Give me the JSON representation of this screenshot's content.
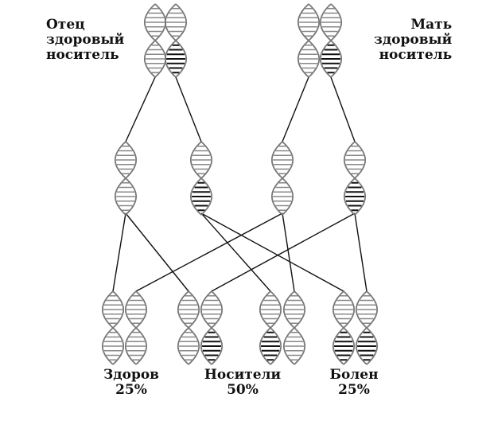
{
  "labels": {
    "father": [
      "Отец",
      "здоровый",
      "носитель"
    ],
    "mother": [
      "Мать",
      "здоровый",
      "носитель"
    ],
    "healthy": {
      "title": "Здоров",
      "percent": "25%"
    },
    "carrier": {
      "title": "Носители",
      "percent": "50%"
    },
    "sick": {
      "title": "Болен",
      "percent": "25%"
    }
  },
  "genotypes": {
    "father": [
      "normal",
      "mutant"
    ],
    "mother": [
      "normal",
      "mutant"
    ],
    "father_gametes": [
      "normal",
      "mutant"
    ],
    "mother_gametes": [
      "normal",
      "mutant"
    ],
    "children": [
      [
        "normal",
        "normal"
      ],
      [
        "normal",
        "mutant"
      ],
      [
        "mutant",
        "normal"
      ],
      [
        "mutant",
        "mutant"
      ]
    ]
  }
}
